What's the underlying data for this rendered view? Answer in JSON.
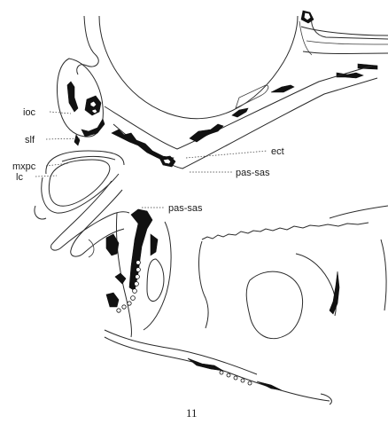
{
  "labels": {
    "ioc": "ioc",
    "slf": "slf",
    "mxpc": "mxpc",
    "lc": "lc",
    "ect": "ect",
    "pas_sas_upper": "pas-sas",
    "pas_sas_lower": "pas-sas"
  },
  "figure_number": "11"
}
